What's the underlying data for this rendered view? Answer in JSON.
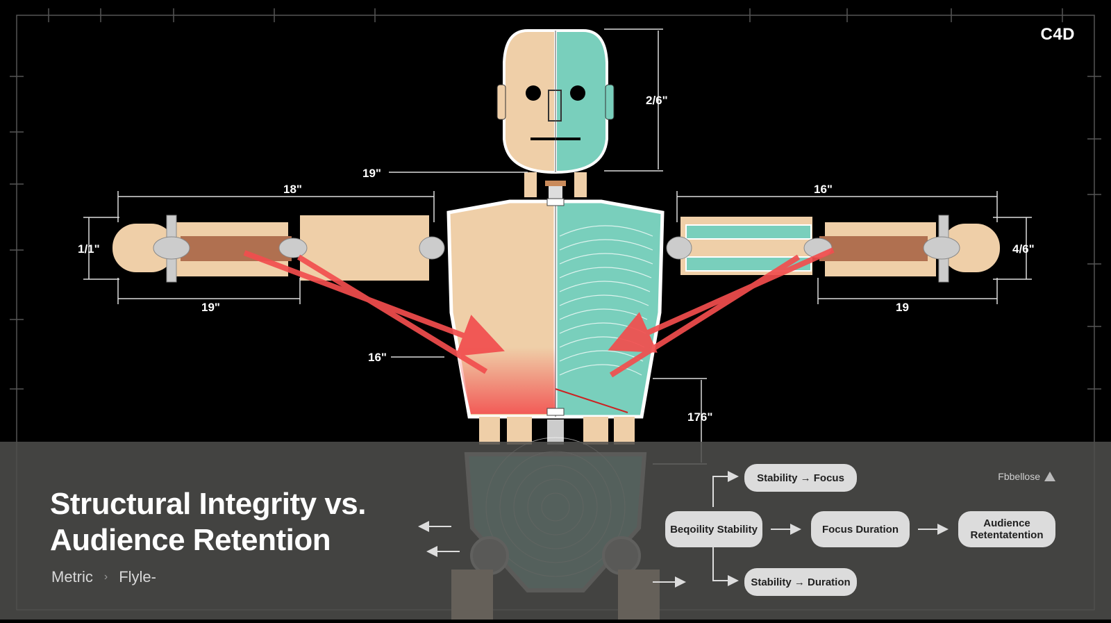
{
  "brand": "C4D",
  "title_lines": [
    "Structural Integrity vs.",
    "Audience Retention"
  ],
  "breadcrumb": {
    "first": "Metric",
    "second": "Flyle-"
  },
  "legend_label": "Fbbellose",
  "dimensions": {
    "head_height": "2/6\"",
    "neck": "19\"",
    "left_arm_span_top": "18\"",
    "left_arm_span_bottom": "19\"",
    "left_hand_height": "1/1\"",
    "right_arm_span_top": "16\"",
    "right_arm_span_bottom": "19",
    "right_hand_height": "4/6\"",
    "torso": "16\"",
    "waist": "176\""
  },
  "flow": {
    "top_branch": "Stability → Focus",
    "source": "Beqoility Stability",
    "middle": "Focus Duration",
    "target": "Audience Retentatention",
    "bottom_branch": "Stability → Duration"
  },
  "colors": {
    "wood": "#efcfa8",
    "teal": "#79cfbc",
    "arrow": "#f24e4e",
    "band": "#4e4e4c"
  }
}
